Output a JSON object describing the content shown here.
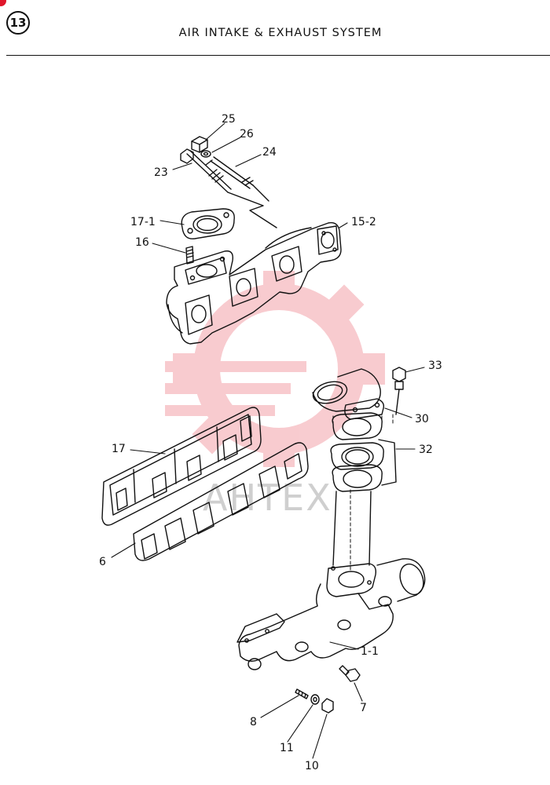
{
  "header": {
    "section_number": "13",
    "title": "AIR INTAKE & EXHAUST SYSTEM"
  },
  "watermark": {
    "text": "AHTEX",
    "color": "#e0162b"
  },
  "diagram": {
    "labels": {
      "p25": "25",
      "p26": "26",
      "p24": "24",
      "p23": "23",
      "p17_1": "17-1",
      "p15_2": "15-2",
      "p16": "16",
      "p33": "33",
      "p30": "30",
      "p32": "32",
      "p17": "17",
      "p6": "6",
      "p1_1": "1-1",
      "p7": "7",
      "p8": "8",
      "p11": "11",
      "p10": "10"
    }
  }
}
